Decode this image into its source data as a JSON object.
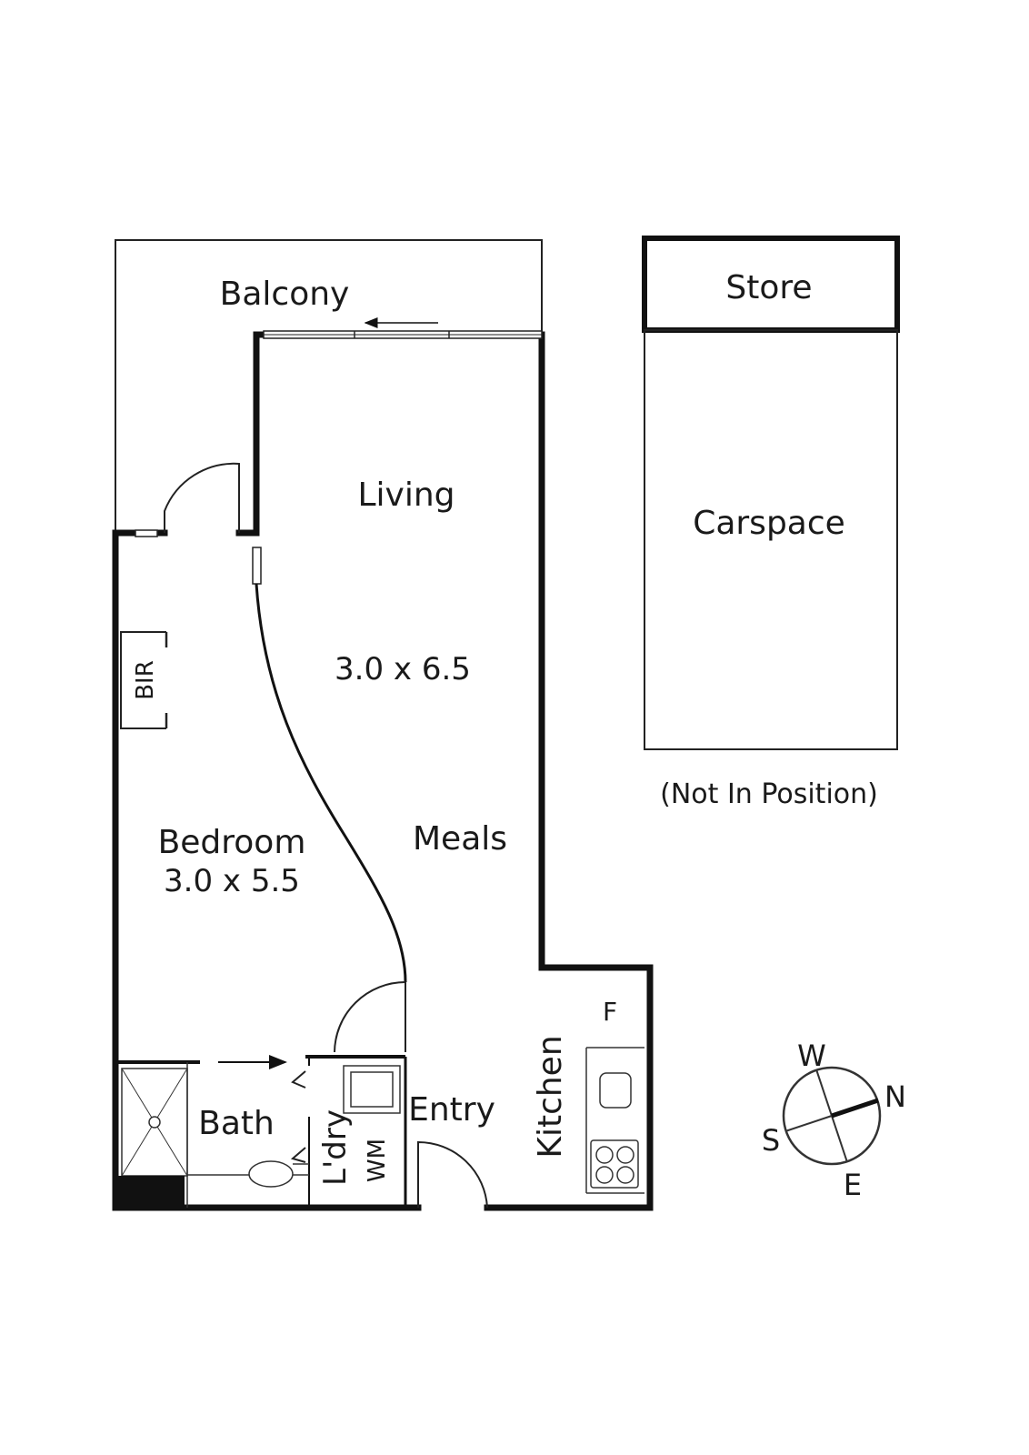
{
  "rooms": {
    "balcony": "Balcony",
    "living": "Living",
    "living_size": "3.0 x 6.5",
    "meals": "Meals",
    "bedroom": "Bedroom",
    "bedroom_size": "3.0 x 5.5",
    "bir": "BIR",
    "bath": "Bath",
    "laundry": "L'dry",
    "wm": "WM",
    "entry": "Entry",
    "kitchen": "Kitchen",
    "fridge": "F"
  },
  "parking": {
    "store": "Store",
    "carspace": "Carspace",
    "note": "(Not In Position)"
  },
  "compass": {
    "w": "W",
    "n": "N",
    "s": "S",
    "e": "E"
  }
}
